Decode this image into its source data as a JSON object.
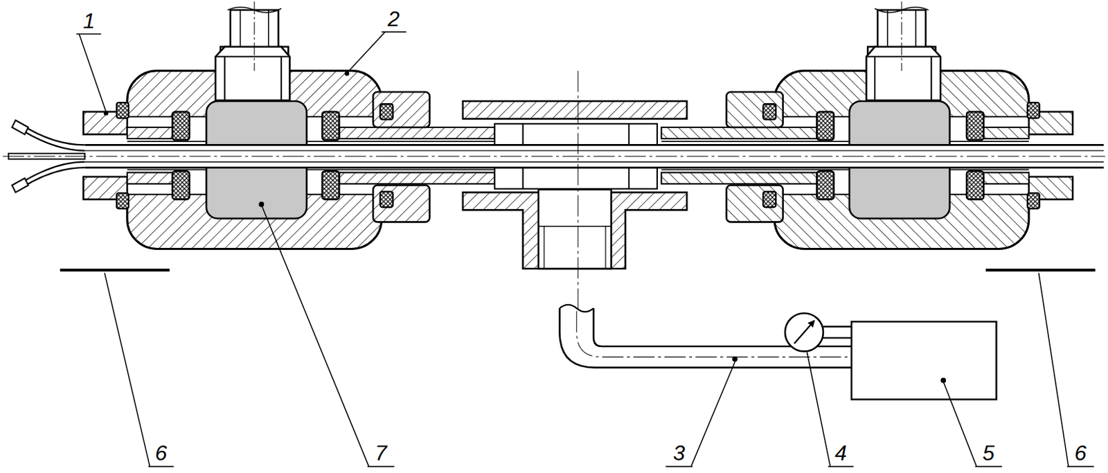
{
  "diagram": {
    "labels": [
      "1",
      "2",
      "6",
      "7",
      "3",
      "4",
      "5",
      "6"
    ]
  }
}
